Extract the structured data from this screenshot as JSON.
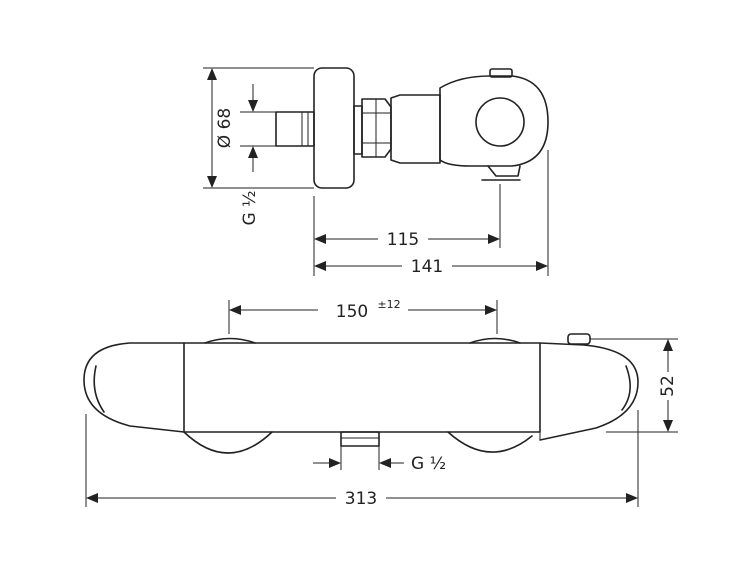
{
  "dimensions": {
    "diameter": "Ø 68",
    "thread_side": "G ½",
    "depth_115": "115",
    "depth_141": "141",
    "spacing": "150",
    "spacing_tol": "±12",
    "height": "52",
    "thread_bottom": "G ½",
    "width_total": "313"
  },
  "colors": {
    "line": "#222222",
    "background": "#ffffff"
  }
}
